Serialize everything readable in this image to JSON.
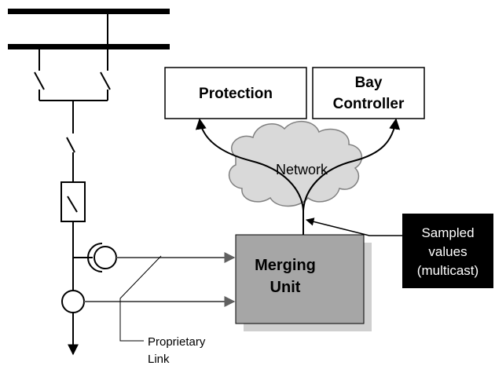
{
  "boxes": {
    "protection": "Protection",
    "bay_controller_line1": "Bay",
    "bay_controller_line2": "Controller",
    "merging_unit_line1": "Merging",
    "merging_unit_line2": "Unit"
  },
  "cloud": {
    "label": "Network"
  },
  "callout": {
    "line1": "Sampled",
    "line2": "values",
    "line3": "(multicast)"
  },
  "link_label": {
    "line1": "Proprietary",
    "line2": "Link"
  },
  "colors": {
    "line": "#000000",
    "cloud_fill": "#d9d9d9",
    "merging_fill": "#a6a6a6",
    "merging_shadow": "#cfcfcf",
    "link_lines": "#808080",
    "callout_fill": "#000000",
    "callout_text": "#ffffff"
  }
}
